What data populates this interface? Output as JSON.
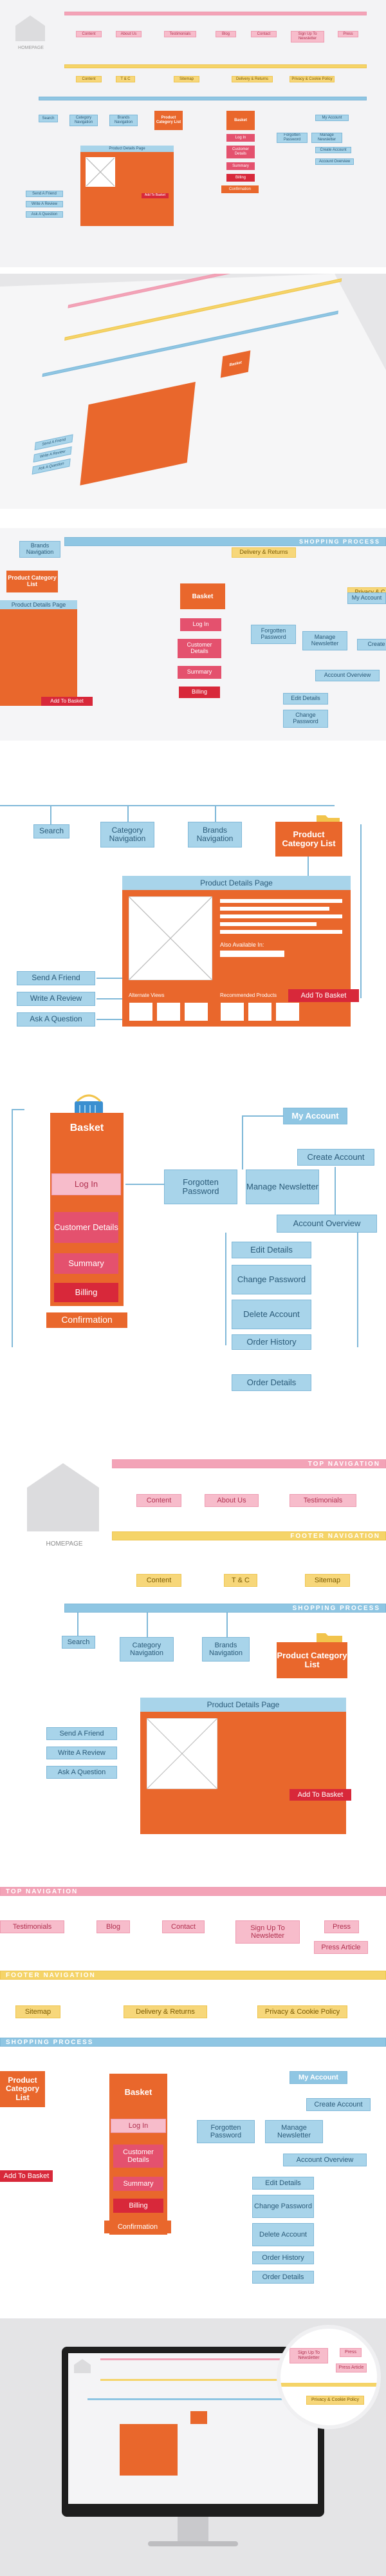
{
  "homepage": "HOMEPAGE",
  "top_nav": {
    "title": "TOP NAVIGATION",
    "items": [
      "Content",
      "About Us",
      "Testimonials",
      "Blog",
      "Contact",
      "Sign Up To Newsletter",
      "Press"
    ],
    "press_article": "Press Article"
  },
  "footer_nav": {
    "title": "FOOTER NAVIGATION",
    "items": [
      "Content",
      "T & C",
      "Sitemap",
      "Delivery & Returns",
      "Privacy & Cookie Policy"
    ]
  },
  "shopping_process": {
    "title": "SHOPPING PROCESS",
    "search": "Search",
    "category_navigation": "Category Navigation",
    "brands_navigation": "Brands Navigation",
    "product_category_list": "Product Category List",
    "product_details_page": "Product Details Page",
    "also_available_in": "Also Available In:",
    "add_to_basket": "Add To Basket",
    "alternate_views": "Alternate Views",
    "recommended_products": "Recommended Products",
    "send_a_friend": "Send A Friend",
    "write_a_review": "Write A Review",
    "ask_a_question": "Ask A Question",
    "basket": "Basket",
    "log_in": "Log In",
    "customer_details": "Customer Details",
    "summary": "Summary",
    "billing": "Billing",
    "confirmation": "Confirmation",
    "my_account": "My Account",
    "forgotten_password": "Forgotten Password",
    "manage_newsletter": "Manage Newsletter",
    "create_account": "Create Account",
    "account_overview": "Account Overview",
    "edit_details": "Edit Details",
    "change_password": "Change Password",
    "delete_account": "Delete Account",
    "order_history": "Order History",
    "order_details": "Order Details",
    "delivery_returns_short": "Delivery & Returns",
    "privacy_short": "Privacy & C",
    "brands_nav_short": "Brands Navigation",
    "create_short": "Create"
  },
  "colors": {
    "pink": "#f7bccb",
    "yellow": "#f7d77a",
    "blue": "#a8d4ea",
    "orange": "#e9672c",
    "red": "#d8283a"
  }
}
